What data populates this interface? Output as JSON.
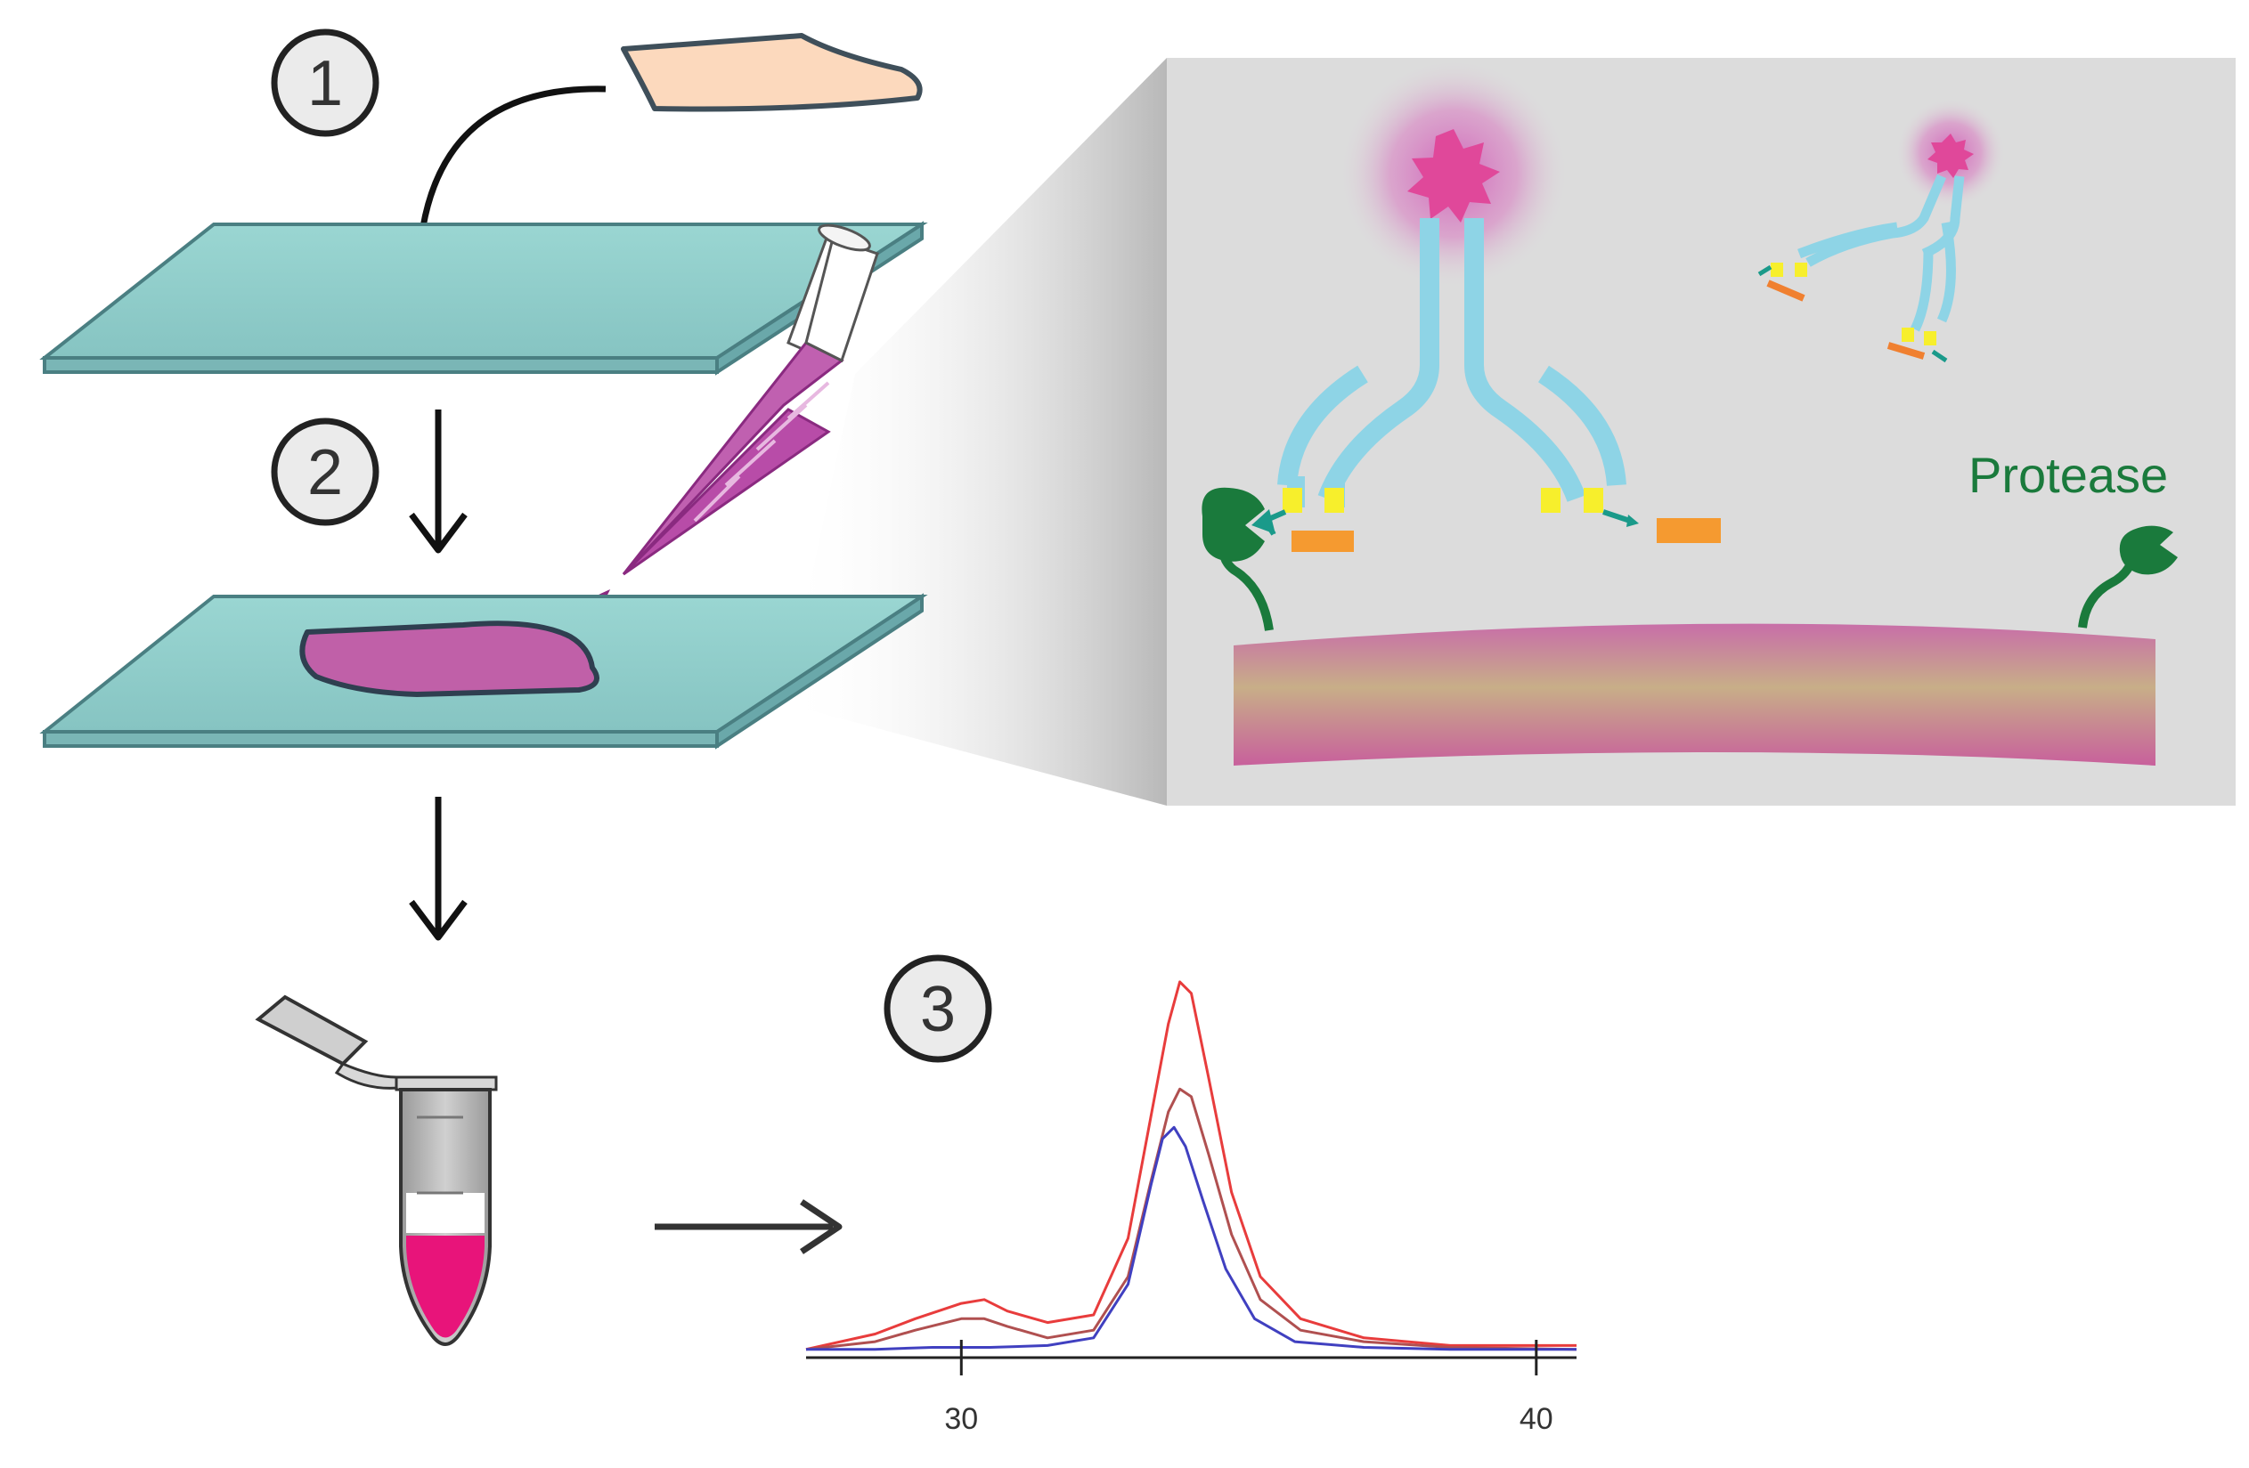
{
  "steps": [
    {
      "label": "1"
    },
    {
      "label": "2"
    },
    {
      "label": "3"
    }
  ],
  "inset": {
    "protease_label": "Protease"
  },
  "colors": {
    "slide_fill": "#8fcfcb",
    "slide_edge": "#4a7f82",
    "tissue_raw": "#fcd9bd",
    "tissue_stained": "#c060a8",
    "stain": "#c060b0",
    "antibody": "#8ed4e6",
    "fluorophore": "#e0489a",
    "binding_site": "#f7ef2c",
    "peptide_tag": "#f59a30",
    "protease": "#1a7a3c",
    "inset_bg": "#dcdcdc",
    "tube_liquid": "#e8147a",
    "trace_red": "#e83c3c",
    "trace_brown": "#b05050",
    "trace_blue": "#4040c0"
  },
  "chart_data": {
    "type": "line",
    "x_ticks": [
      30,
      40
    ],
    "xlim": [
      27.3,
      40.7
    ],
    "ylim": [
      0,
      1
    ],
    "series": [
      {
        "color": "#e83c3c",
        "x": [
          27.3,
          28.5,
          29.2,
          30.0,
          30.4,
          30.8,
          31.5,
          32.3,
          32.9,
          33.3,
          33.6,
          33.8,
          34.0,
          34.3,
          34.7,
          35.2,
          35.9,
          37.0,
          38.5,
          40.7
        ],
        "y": [
          0.01,
          0.05,
          0.09,
          0.13,
          0.14,
          0.11,
          0.08,
          0.1,
          0.3,
          0.62,
          0.86,
          0.97,
          0.94,
          0.72,
          0.42,
          0.2,
          0.09,
          0.04,
          0.02,
          0.02
        ]
      },
      {
        "color": "#b05050",
        "x": [
          27.3,
          28.5,
          29.2,
          30.0,
          30.4,
          30.8,
          31.5,
          32.3,
          32.9,
          33.3,
          33.6,
          33.8,
          34.0,
          34.3,
          34.7,
          35.2,
          35.9,
          37.0,
          38.5,
          40.7
        ],
        "y": [
          0.01,
          0.03,
          0.06,
          0.09,
          0.09,
          0.07,
          0.04,
          0.06,
          0.2,
          0.45,
          0.63,
          0.69,
          0.67,
          0.52,
          0.31,
          0.14,
          0.06,
          0.03,
          0.015,
          0.01
        ]
      },
      {
        "color": "#4040c0",
        "x": [
          27.3,
          28.5,
          29.5,
          30.5,
          31.5,
          32.3,
          32.9,
          33.3,
          33.5,
          33.7,
          33.9,
          34.2,
          34.6,
          35.1,
          35.8,
          37.0,
          38.5,
          40.7
        ],
        "y": [
          0.01,
          0.01,
          0.015,
          0.015,
          0.02,
          0.04,
          0.18,
          0.44,
          0.56,
          0.59,
          0.54,
          0.4,
          0.22,
          0.09,
          0.03,
          0.015,
          0.01,
          0.01
        ]
      }
    ]
  }
}
